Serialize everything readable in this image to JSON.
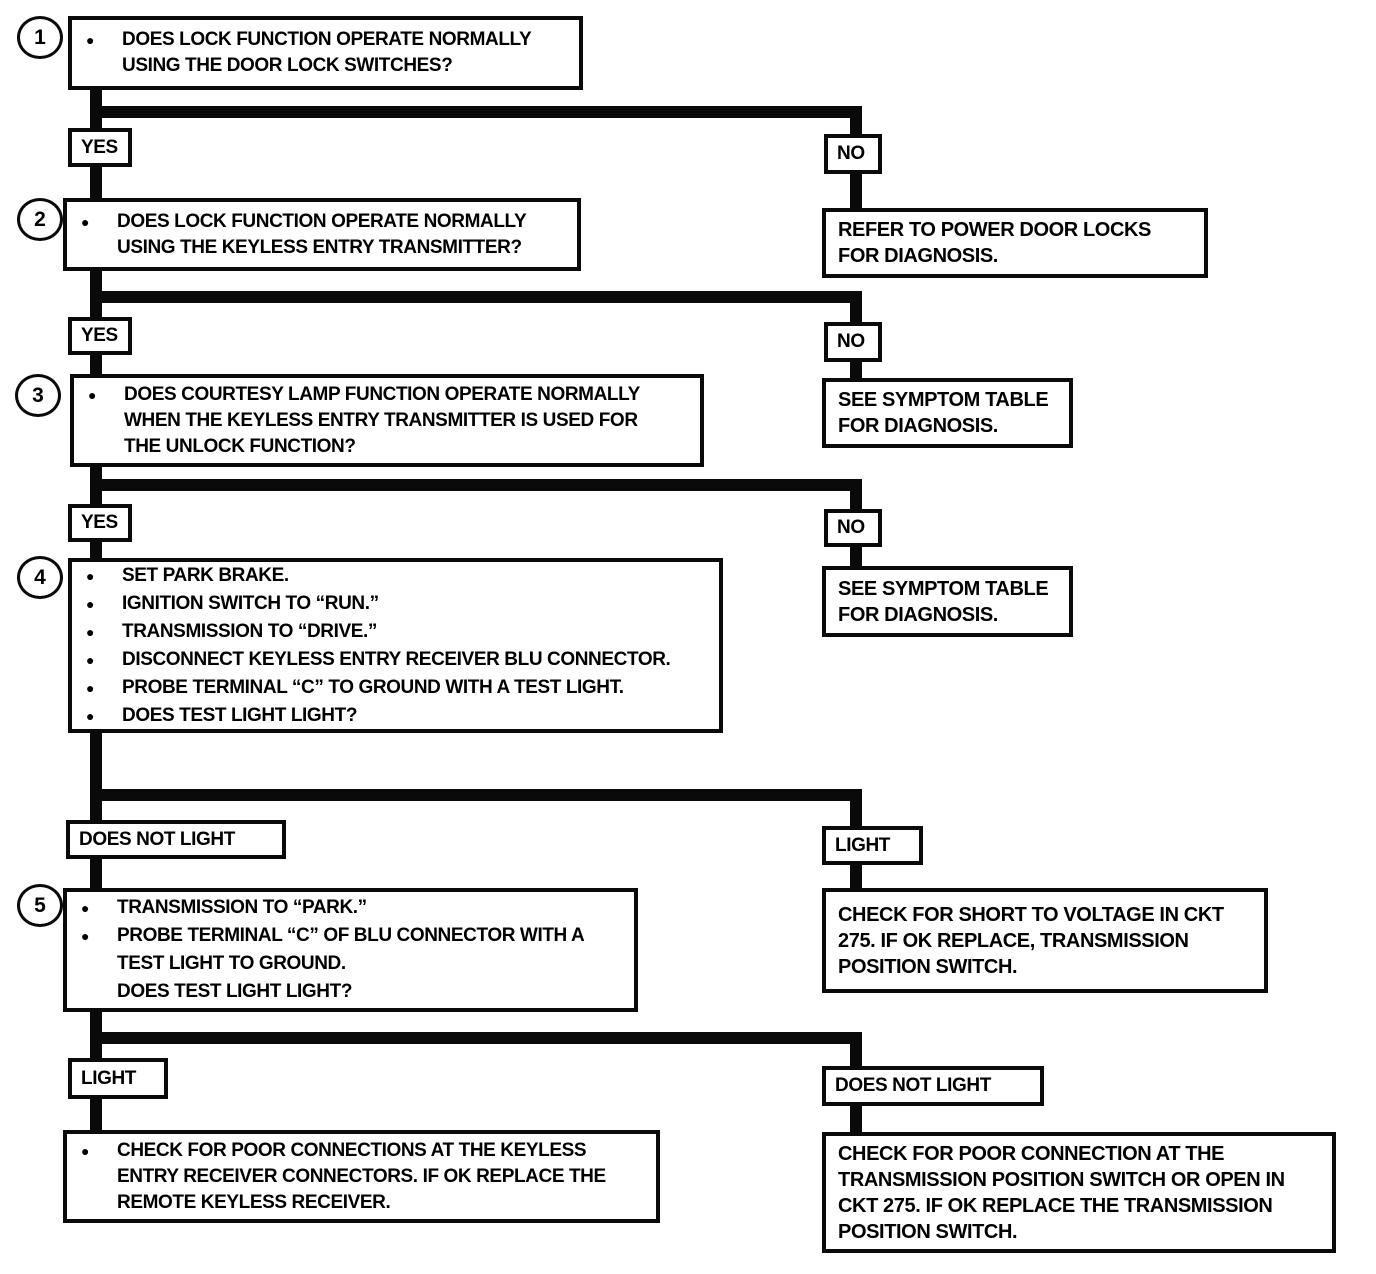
{
  "diagram": {
    "bullet": "●",
    "labels": {
      "yes": "YES",
      "no": "NO",
      "light": "LIGHT",
      "does_not_light": "DOES NOT LIGHT"
    },
    "steps": {
      "s1": {
        "num": "1",
        "text": "DOES LOCK FUNCTION OPERATE NORMALLY USING THE DOOR LOCK SWITCHES?"
      },
      "s2": {
        "num": "2",
        "text": "DOES LOCK FUNCTION OPERATE NORMALLY USING THE KEYLESS ENTRY TRANSMITTER?"
      },
      "s3": {
        "num": "3",
        "text": "DOES COURTESY LAMP FUNCTION OPERATE NORMALLY WHEN THE KEYLESS ENTRY TRANSMITTER IS USED FOR THE UNLOCK FUNCTION?"
      },
      "s4": {
        "num": "4",
        "items": [
          "SET PARK BRAKE.",
          "IGNITION SWITCH TO “RUN.”",
          "TRANSMISSION TO “DRIVE.”",
          "DISCONNECT KEYLESS ENTRY RECEIVER BLU CONNECTOR.",
          "PROBE TERMINAL “C” TO GROUND WITH A TEST LIGHT.",
          "DOES TEST LIGHT LIGHT?"
        ]
      },
      "s5": {
        "num": "5",
        "items": [
          "TRANSMISSION TO “PARK.”",
          "PROBE TERMINAL “C” OF BLU CONNECTOR WITH A TEST LIGHT TO GROUND."
        ],
        "tail": "DOES TEST LIGHT LIGHT?"
      }
    },
    "results": {
      "power_door_locks": "REFER TO POWER DOOR LOCKS FOR DIAGNOSIS.",
      "symptom_table_1": "SEE SYMPTOM TABLE FOR DIAGNOSIS.",
      "symptom_table_2": "SEE SYMPTOM TABLE FOR DIAGNOSIS.",
      "short_to_voltage": "CHECK FOR SHORT TO VOLTAGE IN CKT 275. IF OK REPLACE, TRANSMISSION POSITION SWITCH.",
      "keyless_receiver": "CHECK FOR POOR CONNECTIONS AT THE KEYLESS ENTRY RECEIVER  CONNECTORS. IF OK REPLACE THE REMOTE KEYLESS RECEIVER.",
      "transmission_switch": "CHECK FOR POOR CONNECTION AT THE TRANSMISSION POSITION SWITCH OR OPEN IN CKT 275.  IF OK REPLACE THE TRANSMISSION POSITION SWITCH."
    }
  }
}
